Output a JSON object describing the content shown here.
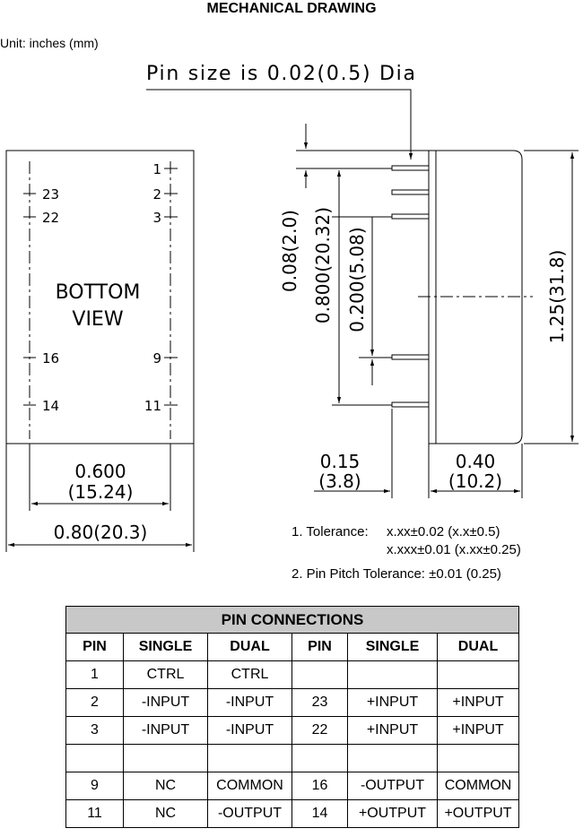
{
  "title": "MECHANICAL DRAWING",
  "unit": "Unit: inches (mm)",
  "drawing": {
    "pin_size": "Pin size is 0.02(0.5) Dia",
    "bottom_view": [
      "BOTTOM",
      "VIEW"
    ],
    "pin_labels": {
      "p1": "1",
      "p2": "2",
      "p3": "3",
      "p9": "9",
      "p11": "11",
      "p14": "14",
      "p16": "16",
      "p22": "22",
      "p23": "23"
    },
    "dim_pin_width": [
      "0.600",
      "(15.24)"
    ],
    "dim_body_width": "0.80(20.3)",
    "dim_first_pin": "0.08(2.0)",
    "dim_pin_span": "0.800(20.32)",
    "dim_pin_pitch": "0.200(5.08)",
    "dim_length": "1.25(31.8)",
    "dim_pin_len": [
      "0.15",
      "(3.8)"
    ],
    "dim_height": [
      "0.40",
      "(10.2)"
    ]
  },
  "notes": {
    "tol_label": "1. Tolerance:",
    "tol_line1": "x.xx±0.02 (x.x±0.5)",
    "tol_line2": "x.xxx±0.01 (x.xx±0.25)",
    "pitch": "2. Pin Pitch Tolerance: ±0.01 (0.25)"
  },
  "table": {
    "caption": "PIN CONNECTIONS",
    "headers": [
      "PIN",
      "SINGLE",
      "DUAL",
      "PIN",
      "SINGLE",
      "DUAL"
    ],
    "rows": [
      [
        "1",
        "CTRL",
        "CTRL",
        "",
        "",
        ""
      ],
      [
        "2",
        "-INPUT",
        "-INPUT",
        "23",
        "+INPUT",
        "+INPUT"
      ],
      [
        "3",
        "-INPUT",
        "-INPUT",
        "22",
        "+INPUT",
        "+INPUT"
      ],
      [
        "",
        "",
        "",
        "",
        "",
        ""
      ],
      [
        "9",
        "NC",
        "COMMON",
        "16",
        "-OUTPUT",
        "COMMON"
      ],
      [
        "11",
        "NC",
        "-OUTPUT",
        "14",
        "+OUTPUT",
        "+OUTPUT"
      ]
    ]
  }
}
